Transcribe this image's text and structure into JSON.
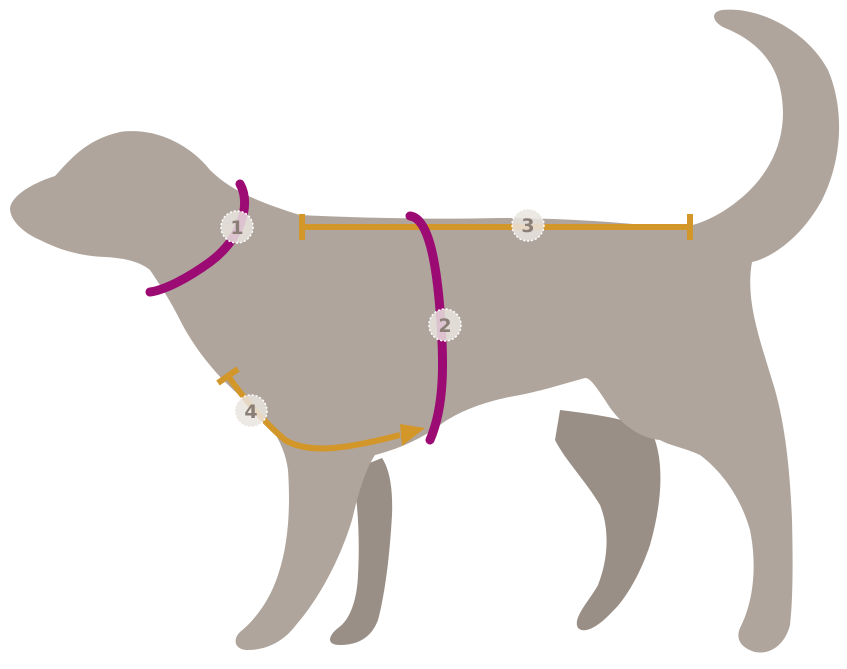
{
  "colors": {
    "background": "#ffffff",
    "dog_body": "#afa59d",
    "dog_far_legs": "#9a8f86",
    "neck_chest_band": "#9c0b73",
    "length_line": "#d39628",
    "badge_fill": "#e9e4df",
    "badge_number": "#8a7e77"
  },
  "illustration": {
    "subject": "dog-silhouette-icon"
  },
  "markers": [
    {
      "id": "neck",
      "number": "1",
      "kind": "band"
    },
    {
      "id": "chest",
      "number": "2",
      "kind": "band"
    },
    {
      "id": "back",
      "number": "3",
      "kind": "line"
    },
    {
      "id": "front",
      "number": "4",
      "kind": "arrow"
    }
  ]
}
